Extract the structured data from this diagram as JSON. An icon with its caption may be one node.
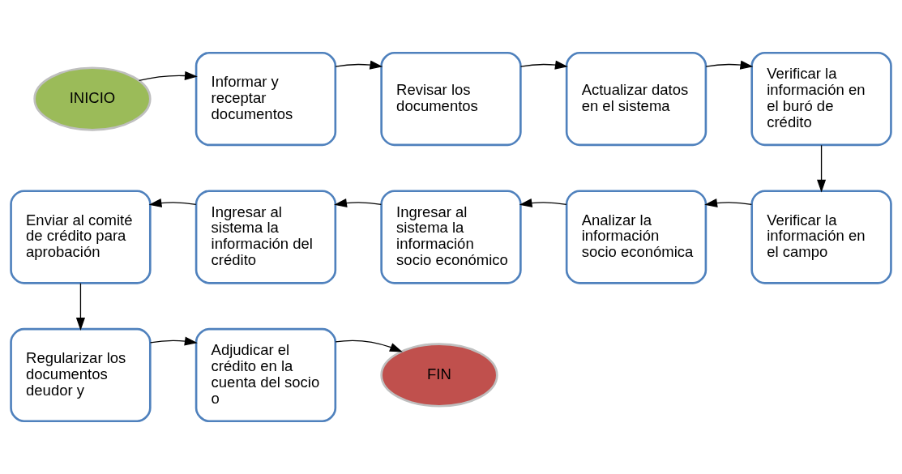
{
  "diagram": {
    "nodes": [
      {
        "text": [
          "INICIO"
        ]
      },
      {
        "text": [
          "Informar y receptar documentos"
        ]
      },
      {
        "text": [
          "Revisar los documentos"
        ]
      },
      {
        "text": [
          "Actualizar datos en el sistema"
        ]
      },
      {
        "text": [
          "Verificar la información en el buró de crédito"
        ]
      },
      {
        "text": [
          "Verificar la información en el campo"
        ]
      },
      {
        "text": [
          "Analizar la información socio económica"
        ]
      },
      {
        "text": [
          "Ingresar al sistema la información socio económico"
        ]
      },
      {
        "text": [
          "Ingresar al sistema la información del crédito"
        ]
      },
      {
        "text": [
          "Enviar al comité de crédito para aprobación"
        ]
      },
      {
        "text": [
          "Regularizar los documentos deudor y"
        ]
      },
      {
        "text": [
          "Adjudicar el crédito en la cuenta del socio o"
        ]
      },
      {
        "text": [
          "FIN"
        ]
      }
    ],
    "edges": [
      {
        "from": 0,
        "to": 1,
        "arrow": "to"
      },
      {
        "from": 1,
        "to": 2,
        "arrow": "to"
      },
      {
        "from": 2,
        "to": 3,
        "arrow": "to"
      },
      {
        "from": 3,
        "to": 4,
        "arrow": "to"
      },
      {
        "from": 4,
        "to": 5,
        "arrow": "to"
      },
      {
        "from": 5,
        "to": 6,
        "arrow": "to"
      },
      {
        "from": 6,
        "to": 7,
        "arrow": "to"
      },
      {
        "from": 7,
        "to": 8,
        "arrow": "to"
      },
      {
        "from": 8,
        "to": 9,
        "arrow": "to"
      },
      {
        "from": 9,
        "to": 10,
        "arrow": "to"
      },
      {
        "from": 10,
        "to": 11,
        "arrow": "to"
      },
      {
        "from": 11,
        "to": 12,
        "arrow": "to"
      }
    ]
  }
}
